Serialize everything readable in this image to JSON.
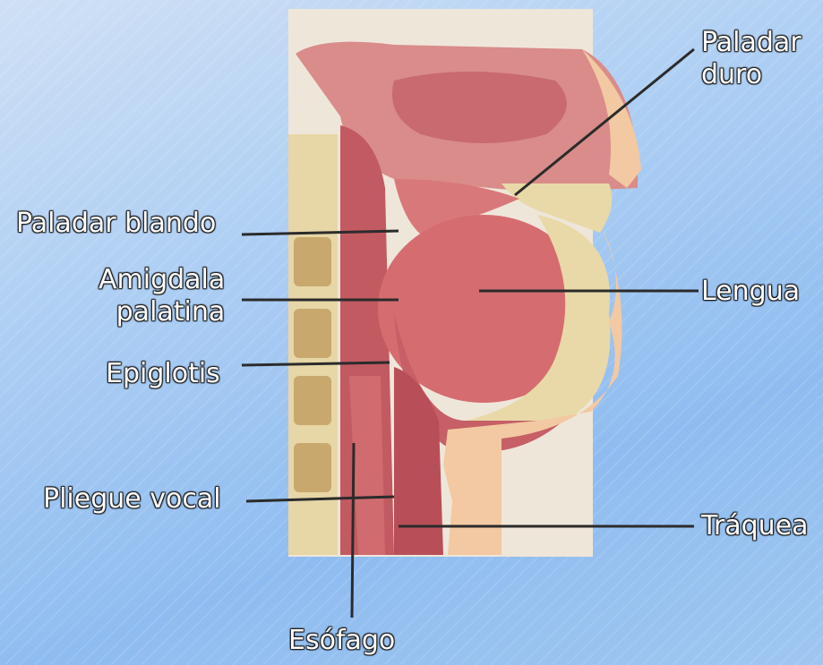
{
  "labels": {
    "paladar_duro": "Paladar\nduro",
    "paladar_blando": "Paladar blando",
    "amigdala_palatina": "Amigdala\npalatina",
    "epiglotis": "Epiglotis",
    "lengua": "Lengua",
    "pliegue_vocal": "Pliegue vocal",
    "traquea": "Tráquea",
    "esofago": "Esófago"
  },
  "colors": {
    "background_light": "#cfe0f5",
    "background_dark": "#8fbcf0",
    "tissue": "#c9616a",
    "bone": "#e9d9a8",
    "skin": "#f2c9a2",
    "leader_line": "#2b2b2b"
  }
}
